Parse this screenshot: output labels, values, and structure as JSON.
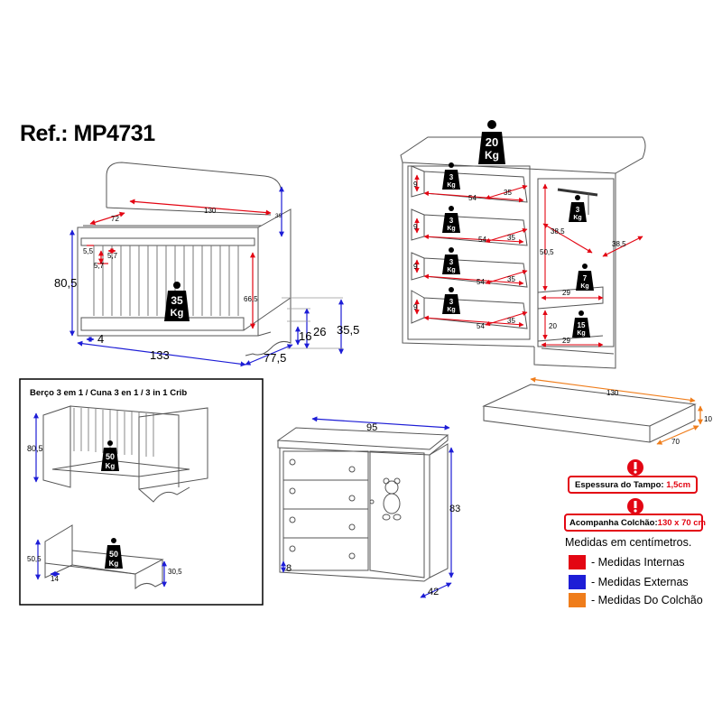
{
  "ref_title": "Ref.: MP4731",
  "crib": {
    "dims": {
      "width_inner": "130",
      "depth_inner_small": "72",
      "height_side": "39",
      "slat_a": "5,5",
      "slat_b": "5,7",
      "slat_c": "5,7",
      "height_total": "80,5",
      "height_inner": "66,5",
      "base_gap": "4",
      "width_total": "133",
      "depth_total": "77,5",
      "drawer_h1": "26",
      "drawer_h2": "16",
      "drawer_h3": "35,5"
    },
    "weight": {
      "value": "35",
      "unit": "Kg"
    }
  },
  "dresser": {
    "weights": {
      "top": {
        "value": "20",
        "unit": "Kg"
      },
      "drawer": {
        "value": "3",
        "unit": "Kg"
      },
      "shelf": {
        "value": "7",
        "unit": "Kg"
      },
      "bottom": {
        "value": "15",
        "unit": "Kg"
      },
      "rail": {
        "value": "3",
        "unit": "Kg"
      }
    },
    "inner": {
      "drawer_h": "9",
      "drawer_w": "54",
      "drawer_d": "35",
      "door_h": "50,5",
      "door_w": "38,5",
      "door_d": "38,5",
      "shelf_h": "20",
      "shelf_w": "29"
    },
    "outer": {
      "width": "95",
      "height": "83",
      "depth": "42",
      "foot": "8"
    }
  },
  "mattress": {
    "length": "130",
    "width": "70",
    "height": "10"
  },
  "modes_box": {
    "title": "Berço 3 em 1 / Cuna 3 en 1 / 3 in 1 Crib",
    "h1": "80,5",
    "h2": "50,5",
    "h3": "30,5",
    "d": "14",
    "weight": {
      "value": "50",
      "unit": "Kg"
    }
  },
  "notes": {
    "top_label": "Espessura do Tampo:",
    "top_value": "1,5cm",
    "mattress_label": "Acompanha Colchão:",
    "mattress_value": "130 x 70 cm"
  },
  "legend": {
    "heading": "Medidas em centímetros.",
    "items": [
      {
        "label": "- Medidas Internas",
        "color": "#e30613"
      },
      {
        "label": "- Medidas Externas",
        "color": "#1d1dd6"
      },
      {
        "label": "- Medidas Do Colchão",
        "color": "#ef7d1b"
      }
    ]
  },
  "colors": {
    "internal": "#e30613",
    "external": "#1d1dd6",
    "mattress": "#ef7d1b",
    "line": "#555555"
  }
}
